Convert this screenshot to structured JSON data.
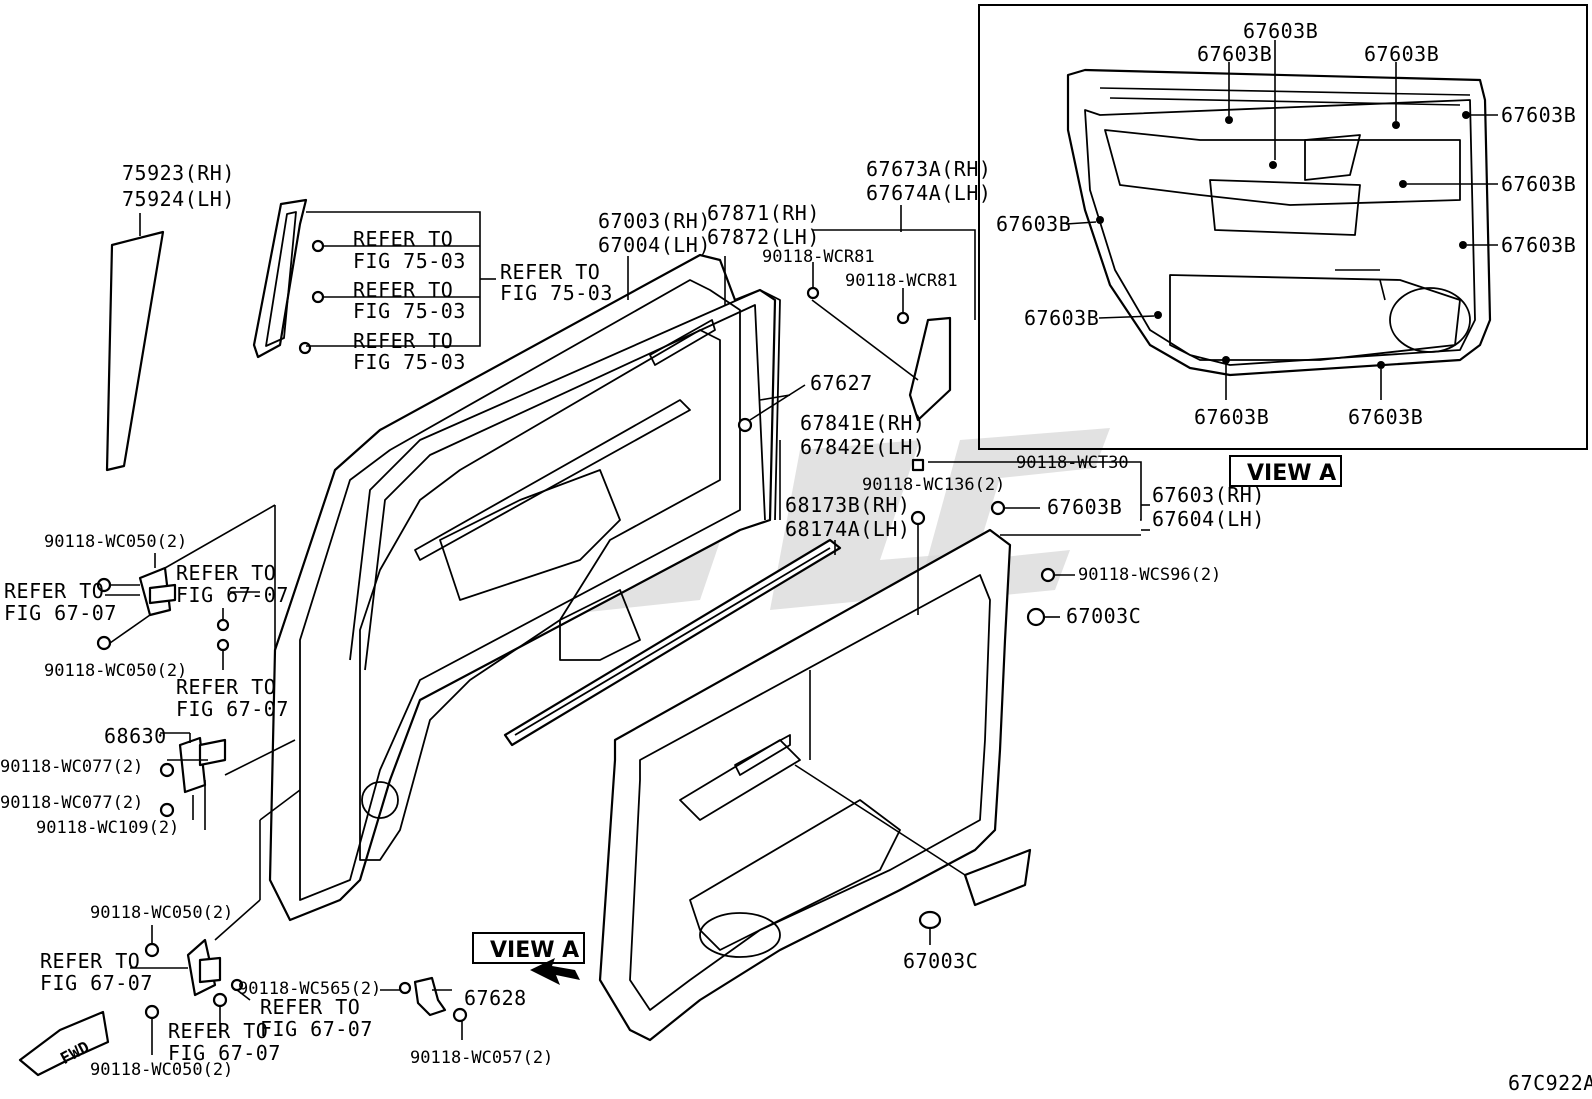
{
  "diagram_code": "67C922A",
  "view_a_label": "VIEW A",
  "fwd_label": "FWD",
  "labels": {
    "l_75923": "75923(RH)",
    "l_75924": "75924(LH)",
    "ref_75_03_a1": "REFER TO",
    "ref_75_03_a2": "FIG 75-03",
    "ref_75_03_b1": "REFER TO",
    "ref_75_03_b2": "FIG 75-03",
    "ref_75_03_c1": "REFER TO",
    "ref_75_03_c2": "FIG 75-03",
    "ref_75_03_m1": "REFER TO",
    "ref_75_03_m2": "FIG 75-03",
    "l_67003": "67003(RH)",
    "l_67004": "67004(LH)",
    "l_67871": "67871(RH)",
    "l_67872": "67872(LH)",
    "l_wcr81_a": "90118-WCR81",
    "l_wcr81_b": "90118-WCR81",
    "l_67673": "67673A(RH)",
    "l_67674": "67674A(LH)",
    "l_67627": "67627",
    "l_67841": "67841E(RH)",
    "l_67842": "67842E(LH)",
    "l_wct30": "90118-WCT30",
    "l_wc136": "90118-WC136(2)",
    "l_67603b_mid": "67603B",
    "l_67603": "67603(RH)",
    "l_67604": "67604(LH)",
    "l_68173": "68173B(RH)",
    "l_68174": "68174A(LH)",
    "l_wcs96": "90118-WCS96(2)",
    "l_67003c_a": "67003C",
    "l_67003c_b": "67003C",
    "l_wc050_a": "90118-WC050(2)",
    "l_ref67_a1": "REFER TO",
    "l_ref67_a2": "FIG 67-07",
    "l_ref67_b1": "REFER TO",
    "l_ref67_b2": "FIG 67-07",
    "l_wc050_b": "90118-WC050(2)",
    "l_ref67_c1": "REFER TO",
    "l_ref67_c2": "FIG 67-07",
    "l_68630": "68630",
    "l_wc077_a": "90118-WC077(2)",
    "l_wc077_b": "90118-WC077(2)",
    "l_wc109": "90118-WC109(2)",
    "l_wc050_c": "90118-WC050(2)",
    "l_ref67_d1": "REFER TO",
    "l_ref67_d2": "FIG 67-07",
    "l_wc565": "90118-WC565(2)",
    "l_67628": "67628",
    "l_ref67_e1": "REFER TO",
    "l_ref67_e2": "FIG 67-07",
    "l_ref67_f1": "REFER TO",
    "l_ref67_f2": "FIG 67-07",
    "l_wc057": "90118-WC057(2)",
    "l_wc050_d": "90118-WC050(2)"
  },
  "view_a_labels": {
    "v1": "67603B",
    "v2": "67603B",
    "v3": "67603B",
    "v4": "67603B",
    "v5": "67603B",
    "v6": "67603B",
    "v7": "67603B",
    "v8": "67603B",
    "v9": "67603B",
    "v10": "67603B"
  }
}
